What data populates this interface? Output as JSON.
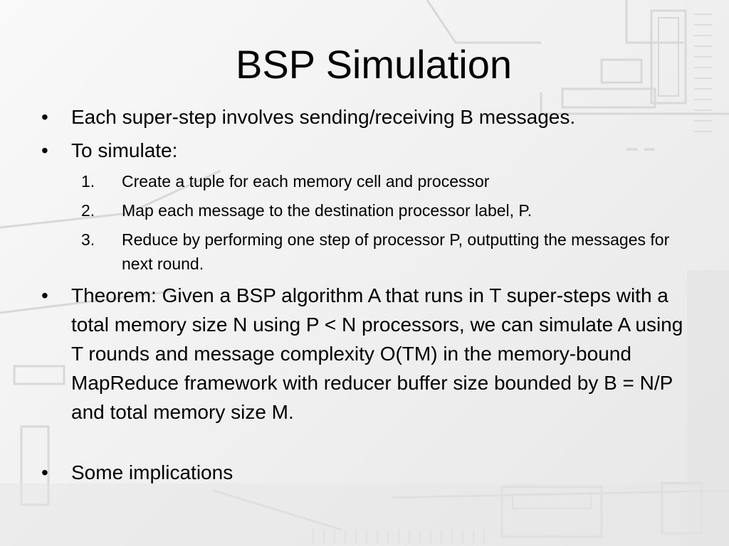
{
  "slide": {
    "title": "BSP Simulation",
    "bullets": [
      {
        "text": "Each super-step involves sending/receiving B messages."
      },
      {
        "text": "To simulate:"
      },
      {
        "text": "Theorem: Given a BSP algorithm A that runs in T super-steps with a total memory size N using P < N processors, we can simulate A using T rounds and message complexity O(TM) in the memory-bound MapReduce framework with reducer buffer size bounded by B = N/P and total memory size M."
      },
      {
        "text": "Some implications"
      }
    ],
    "steps": [
      {
        "num": "1.",
        "text": "Create a tuple for each memory cell and processor"
      },
      {
        "num": "2.",
        "text": "Map each message to the destination processor label, P."
      },
      {
        "num": "3.",
        "text": "Reduce by performing one step of processor P, outputting the messages for next round."
      }
    ],
    "bullet_symbol": "•"
  },
  "colors": {
    "background": "#f4f4f4",
    "decor": "#d6d6d6",
    "text": "#000000"
  }
}
